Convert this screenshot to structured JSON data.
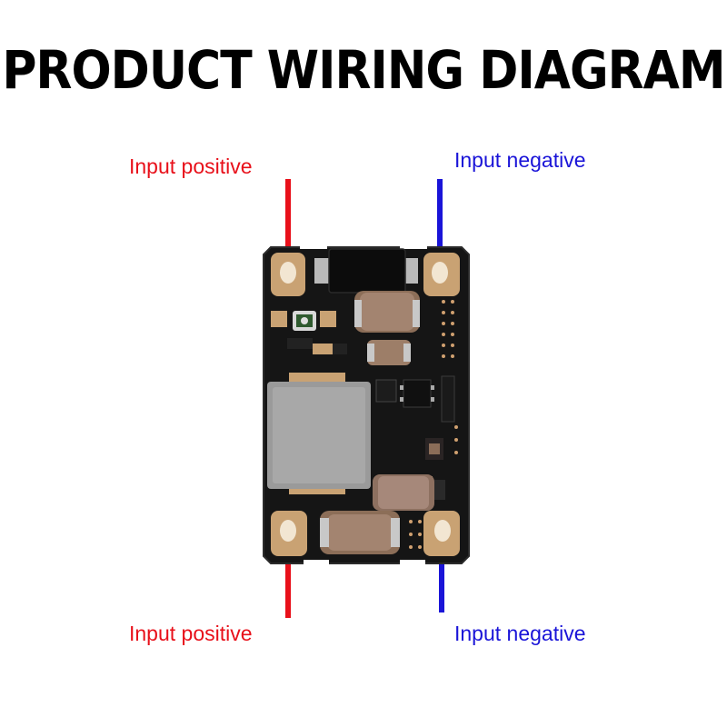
{
  "title": "PRODUCT WIRING DIAGRAM",
  "labels": {
    "top_left": "Input positive",
    "top_right": "Input negative",
    "bottom_left": "Input positive",
    "bottom_right": "Input negative"
  },
  "colors": {
    "positive": "#e8101a",
    "negative": "#1a14d8",
    "pcb": "#141414",
    "pad": "#c9a273",
    "inductor": "#9a9a9a"
  }
}
